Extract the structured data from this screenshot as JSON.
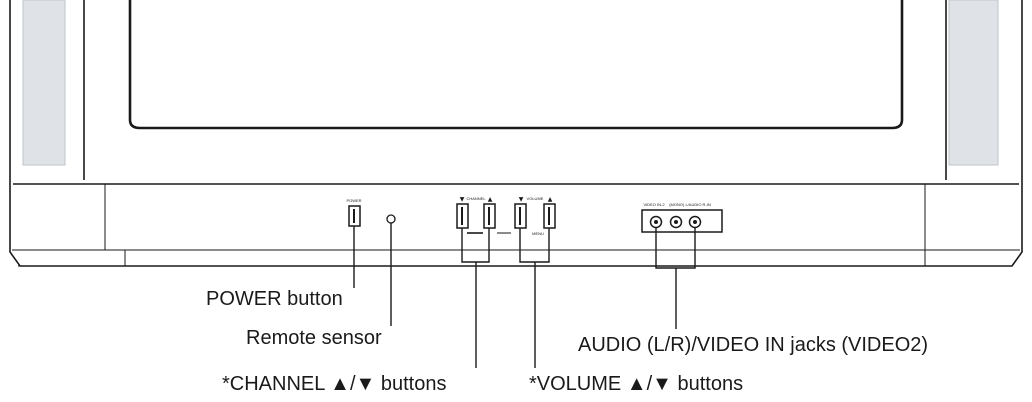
{
  "panel_labels": {
    "power": "POWER",
    "channel": "CHANNEL",
    "volume": "VOLUME",
    "channel_down_glyph": "▼",
    "channel_up_glyph": "▲",
    "volume_down_glyph": "▼",
    "volume_up_glyph": "▲",
    "video_in": "VIDEO IN-2",
    "mono_audio": "(MONO) L/AUDIO R-IN",
    "menu": "MENU"
  },
  "callouts": {
    "power_button": "POWER button",
    "remote_sensor": "Remote sensor",
    "channel_buttons": "*CHANNEL ▲/▼ buttons",
    "volume_buttons": "*VOLUME ▲/▼ buttons",
    "av_jacks": "AUDIO (L/R)/VIDEO IN jacks (VIDEO2)"
  },
  "colors": {
    "line": "#1a1a1a",
    "speaker_grille": "#dfe3e7",
    "background": "#ffffff"
  }
}
